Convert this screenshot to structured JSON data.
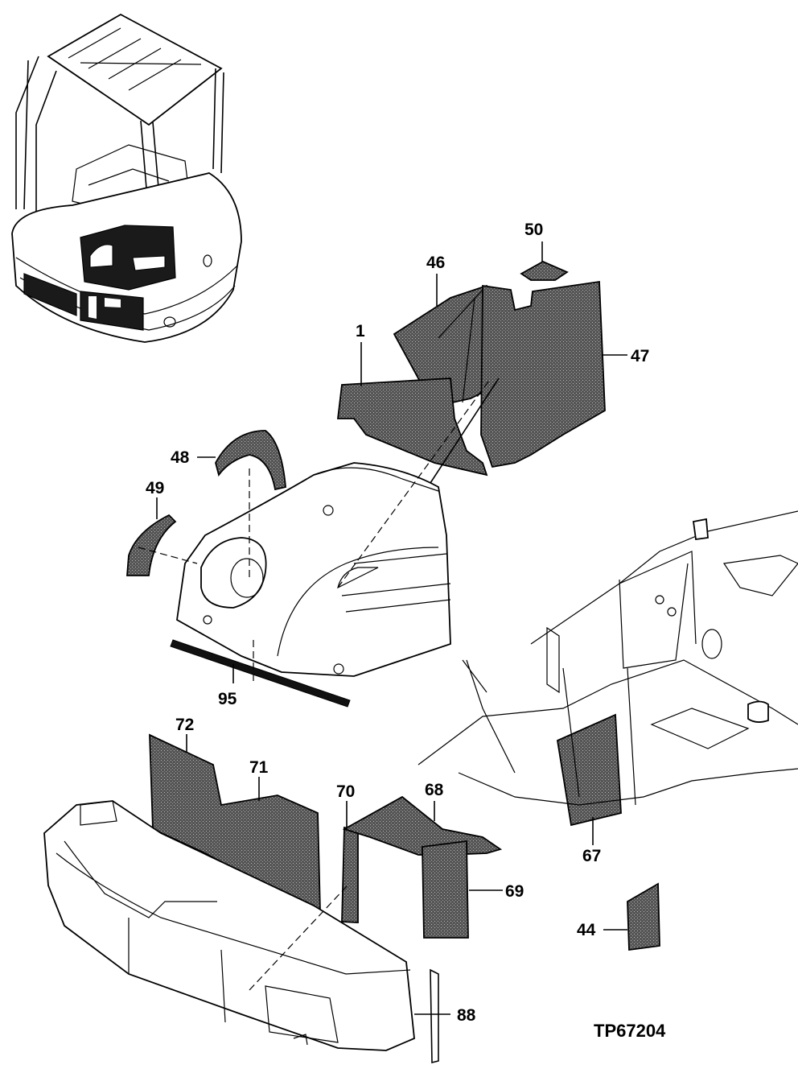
{
  "figure_id": "TP67204",
  "callouts": [
    {
      "id": "c1",
      "label": "1"
    },
    {
      "id": "c44",
      "label": "44"
    },
    {
      "id": "c46",
      "label": "46"
    },
    {
      "id": "c47",
      "label": "47"
    },
    {
      "id": "c48",
      "label": "48"
    },
    {
      "id": "c49",
      "label": "49"
    },
    {
      "id": "c50",
      "label": "50"
    },
    {
      "id": "c67",
      "label": "67"
    },
    {
      "id": "c68",
      "label": "68"
    },
    {
      "id": "c69",
      "label": "69"
    },
    {
      "id": "c70",
      "label": "70"
    },
    {
      "id": "c71",
      "label": "71"
    },
    {
      "id": "c72",
      "label": "72"
    },
    {
      "id": "c88",
      "label": "88"
    },
    {
      "id": "c95",
      "label": "95"
    }
  ]
}
